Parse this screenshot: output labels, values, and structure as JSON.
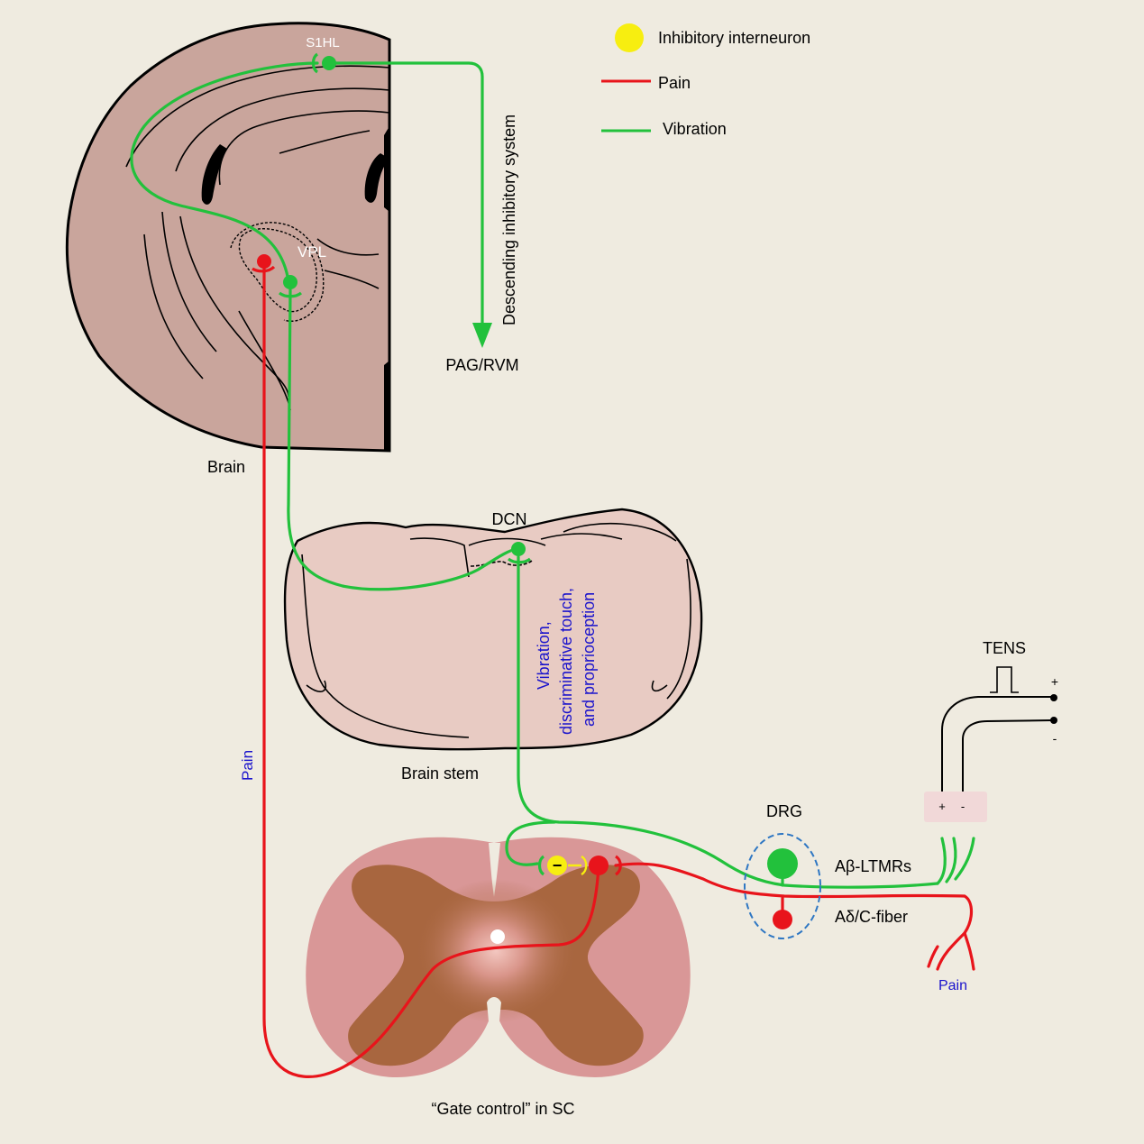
{
  "legend": {
    "interneuron": "Inhibitory interneuron",
    "pain": "Pain",
    "vibration": "Vibration"
  },
  "labels": {
    "s1hl": "S1HL",
    "vpl": "VPL",
    "brain": "Brain",
    "descending": "Descending inhibitory system",
    "pag": "PAG/RVM",
    "dcn": "DCN",
    "brainstem": "Brain stem",
    "dorsal_column_1": "Vibration,",
    "dorsal_column_2": "discriminative touch,",
    "dorsal_column_3": "and proprioception",
    "pain_tract": "Pain",
    "tens": "TENS",
    "tens_plus": "+",
    "tens_minus": "-",
    "electrode_plus": "+",
    "electrode_minus": "-",
    "drg": "DRG",
    "abeta": "Aβ-LTMRs",
    "adelta": "Aδ/C-fiber",
    "pain_skin": "Pain",
    "inhibit_sign": "−",
    "gate": "“Gate control” in SC"
  },
  "colors": {
    "background": "#efebe0",
    "brain": "#c9a59c",
    "brainstem": "#e8cbc3",
    "cord_white": "#d99797",
    "cord_gray": "#a8663f",
    "pain": "#e8141b",
    "vibration": "#22c13c",
    "interneuron": "#f7ee10",
    "blue_text": "#1a13cc",
    "drg_outline": "#2f77c3",
    "electrode": "#f1d8d8"
  }
}
